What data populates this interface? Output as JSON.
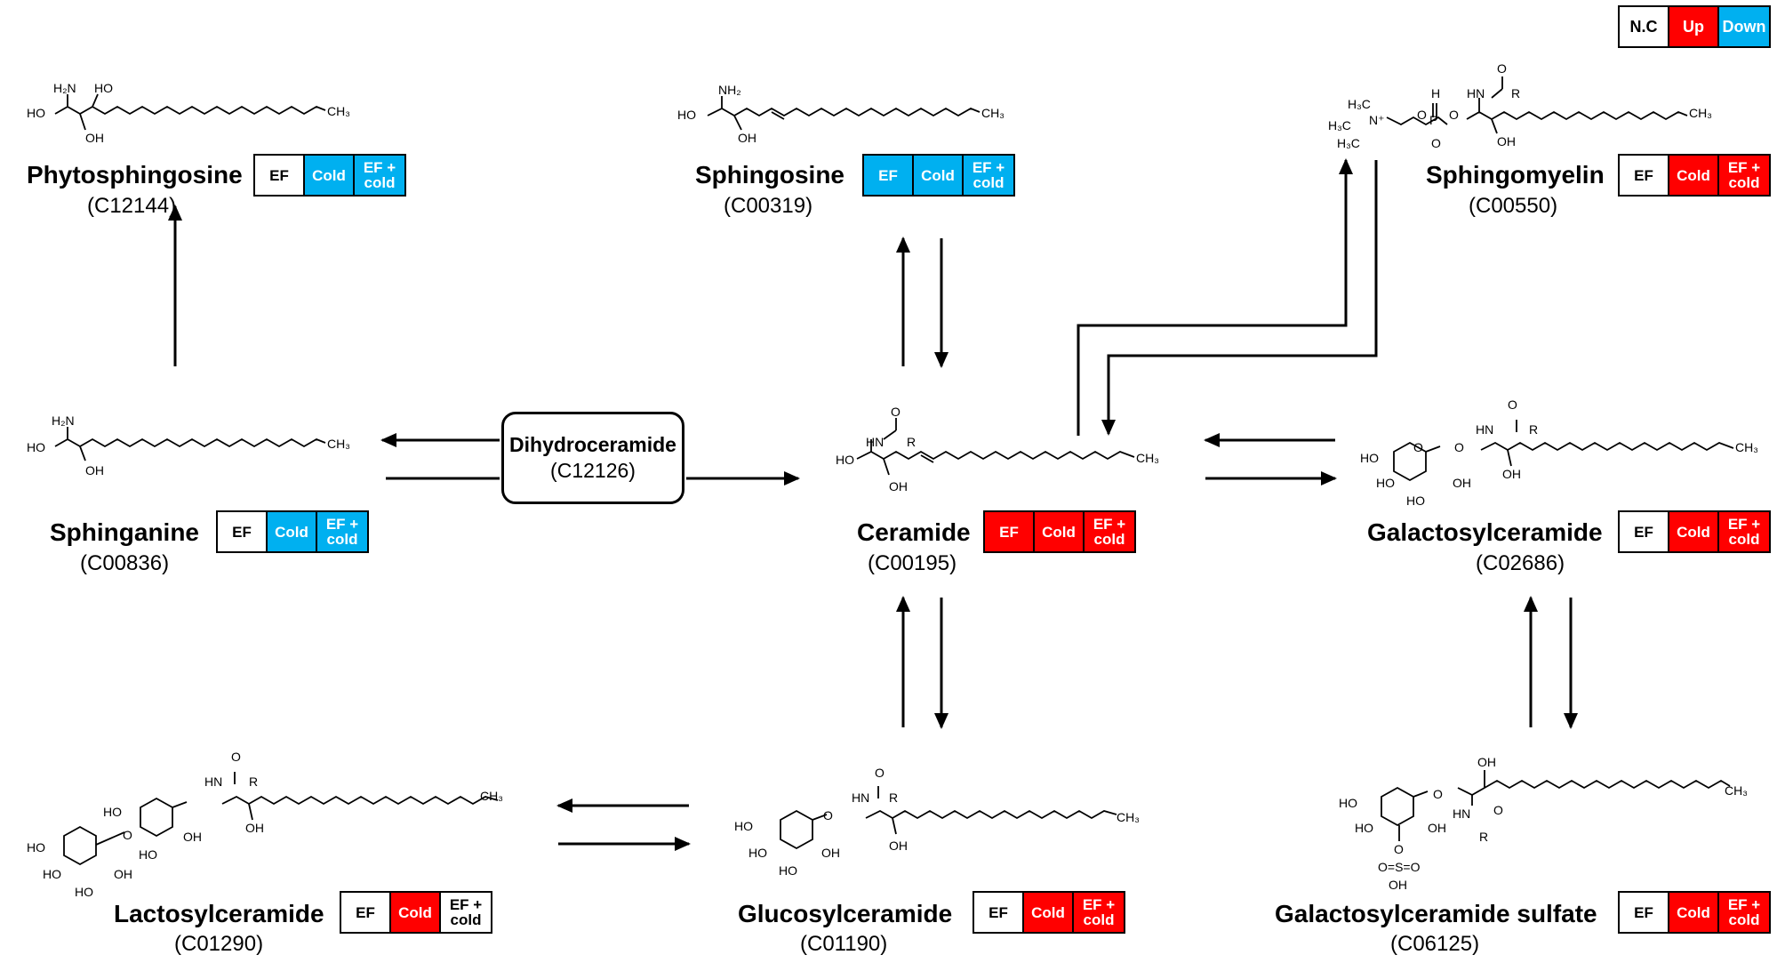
{
  "legend": {
    "nc": "N.C",
    "up": "Up",
    "down": "Down"
  },
  "colors": {
    "nc": "#ffffff",
    "up": "#ff0000",
    "down": "#00b0f0"
  },
  "center": {
    "name": "Dihydroceramide",
    "id": "(C12126)"
  },
  "metabolites": {
    "phytosphingosine": {
      "name": "Phytosphingosine",
      "id": "(C12144)",
      "cells": [
        {
          "label": "EF",
          "state": "nc"
        },
        {
          "label": "Cold",
          "state": "down"
        },
        {
          "label": "EF +\ncold",
          "state": "down"
        }
      ]
    },
    "sphingosine": {
      "name": "Sphingosine",
      "id": "(C00319)",
      "cells": [
        {
          "label": "EF",
          "state": "down"
        },
        {
          "label": "Cold",
          "state": "down"
        },
        {
          "label": "EF +\ncold",
          "state": "down"
        }
      ]
    },
    "sphingomyelin": {
      "name": "Sphingomyelin",
      "id": "(C00550)",
      "cells": [
        {
          "label": "EF",
          "state": "nc"
        },
        {
          "label": "Cold",
          "state": "up"
        },
        {
          "label": "EF +\ncold",
          "state": "up"
        }
      ]
    },
    "sphinganine": {
      "name": "Sphinganine",
      "id": "(C00836)",
      "cells": [
        {
          "label": "EF",
          "state": "nc"
        },
        {
          "label": "Cold",
          "state": "down"
        },
        {
          "label": "EF +\ncold",
          "state": "down"
        }
      ]
    },
    "ceramide": {
      "name": "Ceramide",
      "id": "(C00195)",
      "cells": [
        {
          "label": "EF",
          "state": "up"
        },
        {
          "label": "Cold",
          "state": "up"
        },
        {
          "label": "EF +\ncold",
          "state": "up"
        }
      ]
    },
    "galactosylceramide": {
      "name": "Galactosylceramide",
      "id": "(C02686)",
      "cells": [
        {
          "label": "EF",
          "state": "nc"
        },
        {
          "label": "Cold",
          "state": "up"
        },
        {
          "label": "EF +\ncold",
          "state": "up"
        }
      ]
    },
    "lactosylceramide": {
      "name": "Lactosylceramide",
      "id": "(C01290)",
      "cells": [
        {
          "label": "EF",
          "state": "nc"
        },
        {
          "label": "Cold",
          "state": "up"
        },
        {
          "label": "EF +\ncold",
          "state": "nc"
        }
      ]
    },
    "glucosylceramide": {
      "name": "Glucosylceramide",
      "id": "(C01190)",
      "cells": [
        {
          "label": "EF",
          "state": "nc"
        },
        {
          "label": "Cold",
          "state": "up"
        },
        {
          "label": "EF +\ncold",
          "state": "up"
        }
      ]
    },
    "galactosylceramide_sulfate": {
      "name": "Galactosylceramide sulfate",
      "id": "(C06125)",
      "cells": [
        {
          "label": "EF",
          "state": "nc"
        },
        {
          "label": "Cold",
          "state": "up"
        },
        {
          "label": "EF +\ncold",
          "state": "up"
        }
      ]
    }
  },
  "chem_labels": {
    "ho": "HO",
    "oh": "OH",
    "h2n": "H₂N",
    "nh2": "NH₂",
    "hn": "HN",
    "o": "O",
    "r": "R",
    "ch3": "CH₃",
    "h3c": "H₃C",
    "n_plus": "N⁺",
    "p": "P",
    "h": "H",
    "s": "S",
    "oso": "O=S=O"
  }
}
